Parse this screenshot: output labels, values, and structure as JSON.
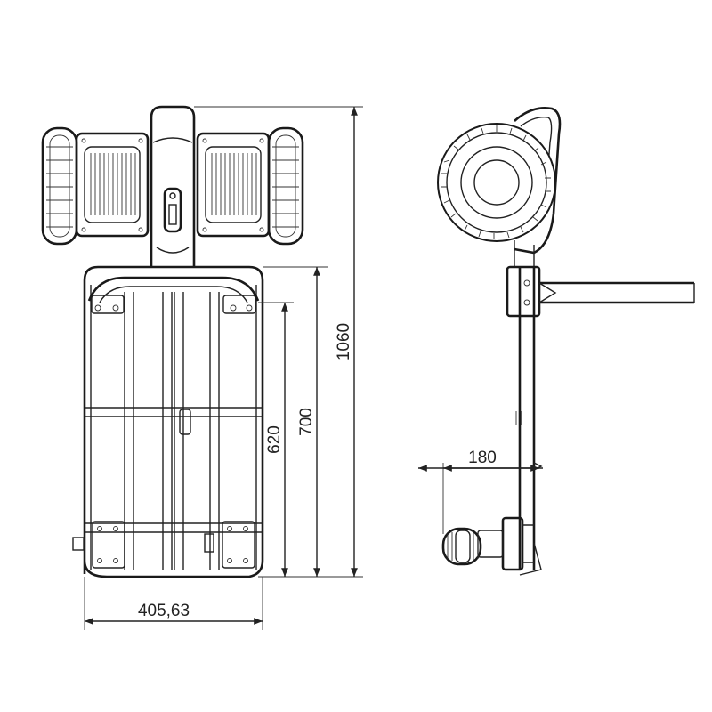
{
  "dimensions": {
    "overall_height": "1060",
    "deck_height": "700",
    "frame_height": "620",
    "width": "405,63",
    "side_offset": "180"
  }
}
